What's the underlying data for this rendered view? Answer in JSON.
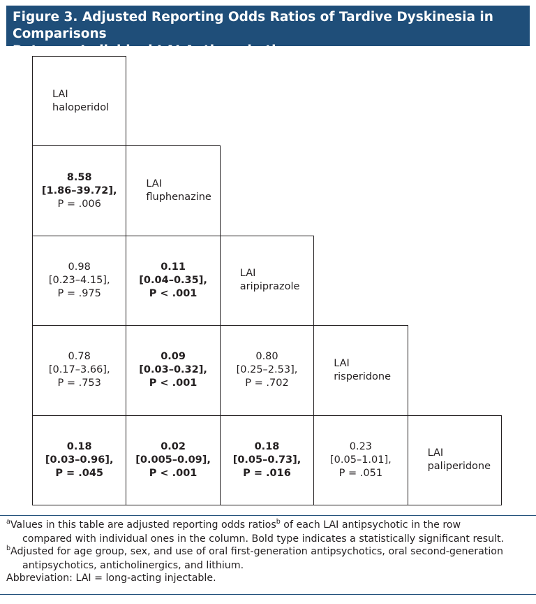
{
  "figure": {
    "title_line1": "Figure 3. Adjusted Reporting Odds Ratios of Tardive Dyskinesia in Comparisons",
    "title_line2": "Between Individual LAI Antipsychotics",
    "title_sup": "a"
  },
  "matrix": {
    "drugs": [
      {
        "line1": "LAI",
        "line2": "haloperidol"
      },
      {
        "line1": "LAI",
        "line2": "fluphenazine"
      },
      {
        "line1": "LAI",
        "line2": "aripiprazole"
      },
      {
        "line1": "LAI",
        "line2": "risperidone"
      },
      {
        "line1": "LAI",
        "line2": "paliperidone"
      }
    ],
    "cells": [
      {
        "row": 1,
        "col": 0,
        "or": "8.58",
        "ci": "[1.86–39.72],",
        "p": "P = .006",
        "significant": true,
        "bold_lines": [
          true,
          true,
          false
        ]
      },
      {
        "row": 2,
        "col": 0,
        "or": "0.98",
        "ci": "[0.23–4.15],",
        "p": "P = .975",
        "significant": false,
        "bold_lines": [
          false,
          false,
          false
        ]
      },
      {
        "row": 2,
        "col": 1,
        "or": "0.11",
        "ci": "[0.04–0.35],",
        "p": "P < .001",
        "significant": true,
        "bold_lines": [
          true,
          true,
          true
        ]
      },
      {
        "row": 3,
        "col": 0,
        "or": "0.78",
        "ci": "[0.17–3.66],",
        "p": "P = .753",
        "significant": false,
        "bold_lines": [
          false,
          false,
          false
        ]
      },
      {
        "row": 3,
        "col": 1,
        "or": "0.09",
        "ci": "[0.03–0.32],",
        "p": "P < .001",
        "significant": true,
        "bold_lines": [
          true,
          true,
          true
        ]
      },
      {
        "row": 3,
        "col": 2,
        "or": "0.80",
        "ci": "[0.25–2.53],",
        "p": "P = .702",
        "significant": false,
        "bold_lines": [
          false,
          false,
          false
        ]
      },
      {
        "row": 4,
        "col": 0,
        "or": "0.18",
        "ci": "[0.03–0.96],",
        "p": "P = .045",
        "significant": true,
        "bold_lines": [
          true,
          true,
          true
        ]
      },
      {
        "row": 4,
        "col": 1,
        "or": "0.02",
        "ci": "[0.005–0.09],",
        "p": "P < .001",
        "significant": true,
        "bold_lines": [
          true,
          true,
          true
        ]
      },
      {
        "row": 4,
        "col": 2,
        "or": "0.18",
        "ci": "[0.05–0.73],",
        "p": "P = .016",
        "significant": true,
        "bold_lines": [
          true,
          true,
          true
        ]
      },
      {
        "row": 4,
        "col": 3,
        "or": "0.23",
        "ci": "[0.05–1.01],",
        "p": "P = .051",
        "significant": false,
        "bold_lines": [
          false,
          false,
          false
        ]
      }
    ]
  },
  "footnotes": {
    "a_mark": "a",
    "a_text_1": "Values in this table are adjusted reporting odds ratios",
    "a_inner_mark": "b",
    "a_text_2": " of each LAI antipsychotic in the row",
    "a_text_cont": "compared with individual ones in the column. Bold type indicates a statistically significant result.",
    "b_mark": "b",
    "b_text_1": "Adjusted for age group, sex, and use of oral first-generation antipsychotics, oral second-generation",
    "b_text_cont": "antipsychotics, anticholinergics, and lithium.",
    "abbreviation": "Abbreviation: LAI = long-acting injectable."
  },
  "colors": {
    "header_bg": "#1f4e79",
    "header_text": "#ffffff",
    "rule": "#1f4e79",
    "text": "#231f20"
  }
}
